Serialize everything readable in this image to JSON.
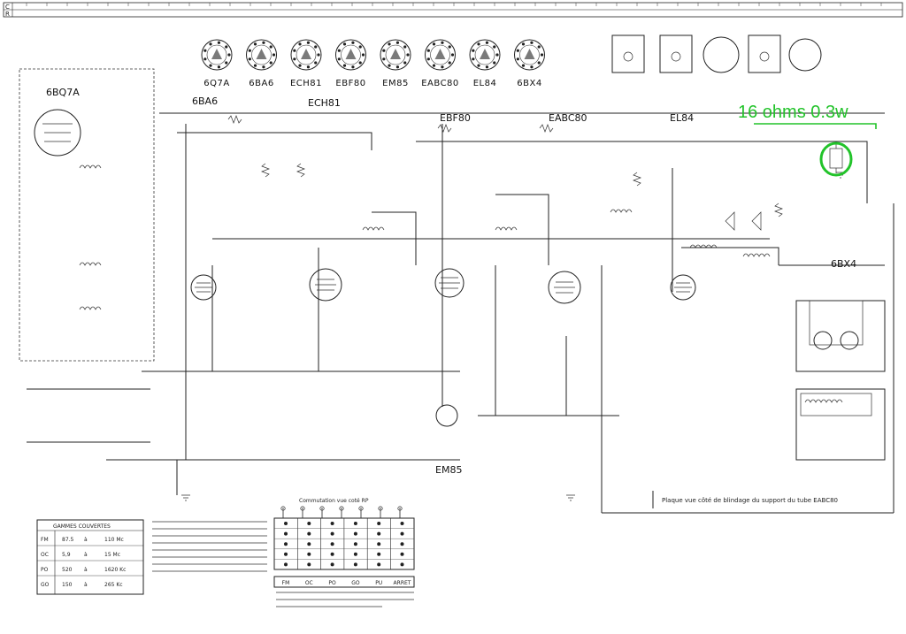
{
  "header_rows": {
    "row_c_label": "C",
    "row_r_label": "R"
  },
  "tubes_top": [
    "6Q7A",
    "6BA6",
    "ECH81",
    "EBF80",
    "EM85",
    "EABC80",
    "EL84",
    "6BX4"
  ],
  "stage_labels": {
    "left_tube": "6BQ7A",
    "stage_6ba6": "6BA6",
    "stage_ech81": "ECH81",
    "stage_ebf80": "EBF80",
    "stage_eabc80": "EABC80",
    "stage_el84": "EL84",
    "stage_6bx4": "6BX4",
    "em85_bottom": "EM85"
  },
  "annotation": {
    "text": "16 ohms 0.3w",
    "color": "#22c32a"
  },
  "gammes_table": {
    "title": "GAMMES COUVERTES",
    "rows": [
      [
        "FM",
        "87.5",
        "à",
        "110 Mc"
      ],
      [
        "OC",
        "5,9",
        "à",
        "15 Mc"
      ],
      [
        "PO",
        "520",
        "à",
        "1620 Kc"
      ],
      [
        "GO",
        "150",
        "à",
        "265 Kc"
      ]
    ]
  },
  "commutation": {
    "title": "Commutation vue coté RP",
    "positions": [
      "FM",
      "OC",
      "PO",
      "GO",
      "PU",
      "ARRET"
    ]
  },
  "notes": {
    "plaquette": "Plaque vue côté de blindage du support du tube EABC80"
  }
}
